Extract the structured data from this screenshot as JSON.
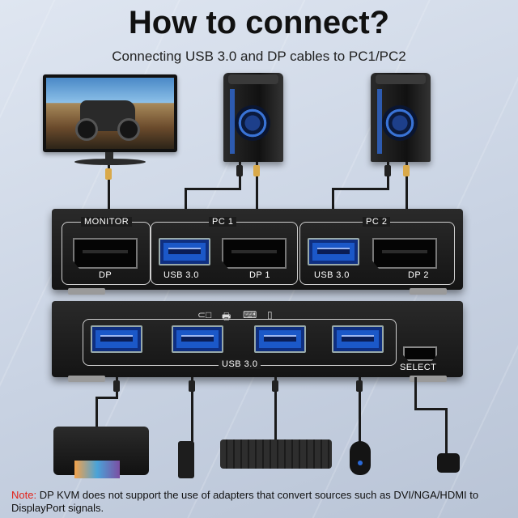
{
  "header": {
    "title": "How to connect?",
    "subtitle": "Connecting USB 3.0 and DP cables to PC1/PC2"
  },
  "top_panel": {
    "monitor_label": "MONITOR",
    "monitor_port": "DP",
    "pc1_label": "PC 1",
    "pc1_usb": "USB 3.0",
    "pc1_dp": "DP 1",
    "pc2_label": "PC 2",
    "pc2_usb": "USB 3.0",
    "pc2_dp": "DP 2"
  },
  "bottom_panel": {
    "usb_label": "USB 3.0",
    "select_label": "SELECT",
    "icons": [
      "usb-cable-icon",
      "printer-icon",
      "keyboard-icon",
      "mouse-icon"
    ]
  },
  "note": {
    "label": "Note:",
    "text": " DP KVM does not support the use of adapters that convert sources such as DVI/NGA/HDMI to DisplayPort signals."
  },
  "colors": {
    "note_label": "#e2231a",
    "usb_blue": "#1b58c8",
    "dp_plug_gold": "#d9a94a"
  }
}
